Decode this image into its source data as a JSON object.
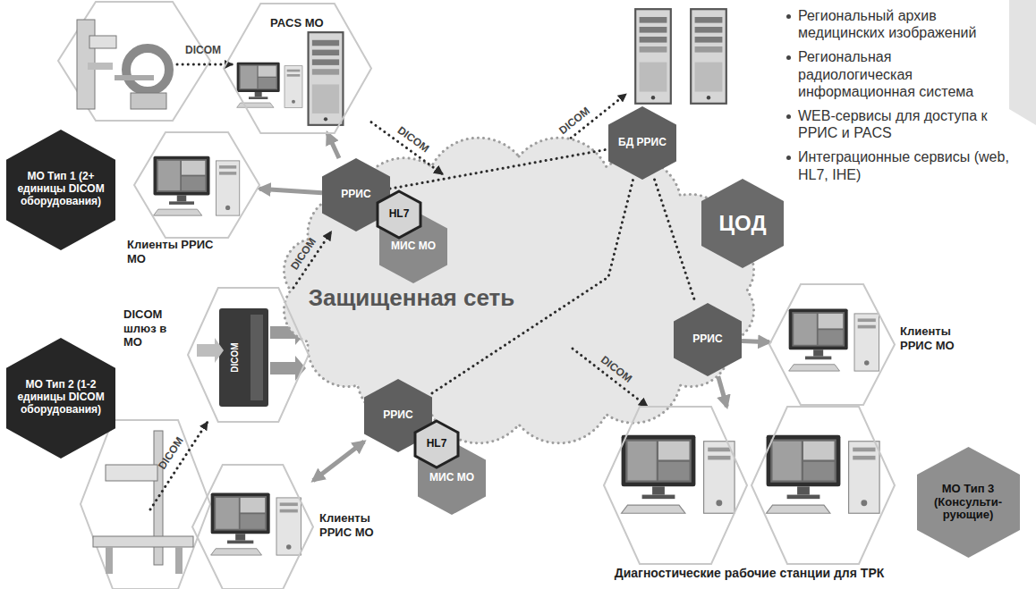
{
  "diagram": {
    "nodes": [
      {
        "text": [
          "PACS МО"
        ]
      },
      {
        "text": [
          "МО Тип 1 (2+ единицы DICOM оборудования)"
        ]
      },
      {
        "text": [
          "Клиенты РРИС МО"
        ]
      },
      {
        "text": [
          "Защищенная сеть"
        ]
      },
      {
        "text": [
          "РРИС"
        ]
      },
      {
        "text": [
          "HL7"
        ]
      },
      {
        "text": [
          "МИС МО"
        ]
      },
      {
        "text": [
          "БД РРИС"
        ]
      },
      {
        "text": [
          "ЦОД"
        ]
      },
      {
        "text": [
          "DICOM шлюз в МО"
        ]
      },
      {
        "text": [
          "МО Тип 2 (1-2 единицы DICOM оборудования)"
        ]
      },
      {
        "text": [
          "РРИС"
        ]
      },
      {
        "text": [
          "HL7"
        ]
      },
      {
        "text": [
          "МИС МО"
        ]
      },
      {
        "text": [
          "Клиенты РРИС МО"
        ]
      },
      {
        "text": [
          "РРИС"
        ]
      },
      {
        "text": [
          "Клиенты РРИС МО"
        ]
      },
      {
        "text": [
          "МО Тип 3 (Консульти-рующие)"
        ]
      },
      {
        "text": [
          "Диагностические рабочие станции для ТРК"
        ]
      }
    ],
    "edges": [
      {
        "from": 0,
        "to": 3,
        "arrow": "to",
        "label": "DICOM"
      },
      {
        "from": 4,
        "to": 0,
        "arrow": "to"
      },
      {
        "from": 4,
        "to": 2,
        "arrow": "to"
      },
      {
        "from": 4,
        "to": 7,
        "arrow": "none"
      },
      {
        "from": 9,
        "to": 4,
        "arrow": "to",
        "label": "DICOM"
      },
      {
        "from": 11,
        "to": 7,
        "arrow": "none"
      },
      {
        "from": 7,
        "to": 15,
        "arrow": "none"
      },
      {
        "from": 11,
        "to": 14,
        "arrow": "both"
      },
      {
        "from": 3,
        "to": 18,
        "arrow": "to",
        "label": "DICOM"
      },
      {
        "from": 15,
        "to": 16,
        "arrow": "to"
      },
      {
        "from": 15,
        "to": 18,
        "arrow": "to"
      }
    ],
    "labels": [
      "DICOM",
      "DICOM",
      "DICOM",
      "DICOM",
      "Региональный архив медицинских изображений",
      "Региональная радиологическая информационная система",
      "WEB-сервисы для доступа к РРИС и PACS",
      "Интеграционные сервисы (web, HL7, IHE)"
    ]
  }
}
